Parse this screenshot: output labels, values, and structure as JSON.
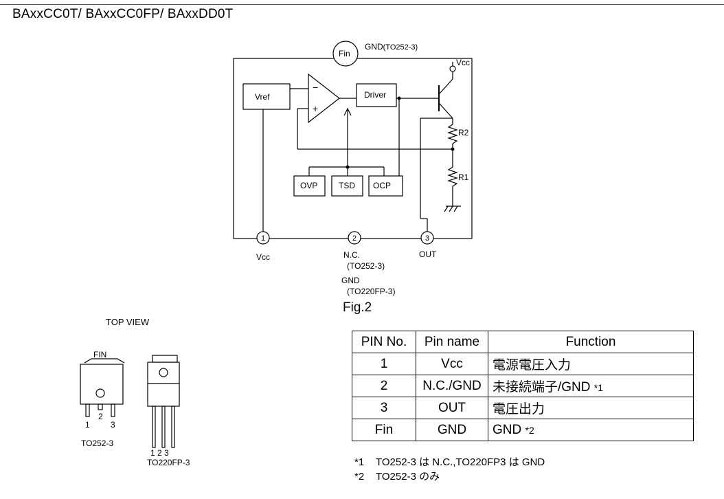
{
  "title": "BAxxCC0T/ BAxxCC0FP/ BAxxDD0T",
  "diagram": {
    "fin": "Fin",
    "gnd_label": "GND",
    "gnd_pkg": "(TO252-3)",
    "vcc_top": "Vcc",
    "vref": "Vref",
    "driver": "Driver",
    "minus": "−",
    "plus": "+",
    "r2": "R2",
    "r1": "R1",
    "ovp": "OVP",
    "tsd": "TSD",
    "ocp": "OCP",
    "pin1": "1",
    "pin2": "2",
    "pin3": "3",
    "pin1_label": "Vcc",
    "pin2_nc": "N.C.",
    "pin2_nc_pkg": "(TO252-3)",
    "pin2_gnd": "GND",
    "pin2_gnd_pkg": "(TO220FP-3)",
    "pin3_label": "OUT"
  },
  "fig_caption": "Fig.2",
  "top_view": {
    "heading": "TOP VIEW",
    "fin": "FIN",
    "to252_pins": [
      "1",
      "2",
      "3"
    ],
    "to252_name": "TO252-3",
    "to220_pins": "1 2 3",
    "to220_name": "TO220FP-3"
  },
  "pin_table": {
    "headers": [
      "PIN No.",
      "Pin name",
      "Function"
    ],
    "rows": [
      {
        "no": "1",
        "name": "Vcc",
        "func": "電源電圧入力",
        "mark": ""
      },
      {
        "no": "2",
        "name": "N.C./GND",
        "func": "未接続端子/GND ",
        "mark": "*1"
      },
      {
        "no": "3",
        "name": "OUT",
        "func": "電圧出力",
        "mark": ""
      },
      {
        "no": "Fin",
        "name": "GND",
        "func": "GND ",
        "mark": "*2"
      }
    ]
  },
  "notes": [
    {
      "key": "*1",
      "text": "TO252-3 は N.C.,TO220FP3 は GND"
    },
    {
      "key": "*2",
      "text": "TO252-3 のみ"
    }
  ]
}
